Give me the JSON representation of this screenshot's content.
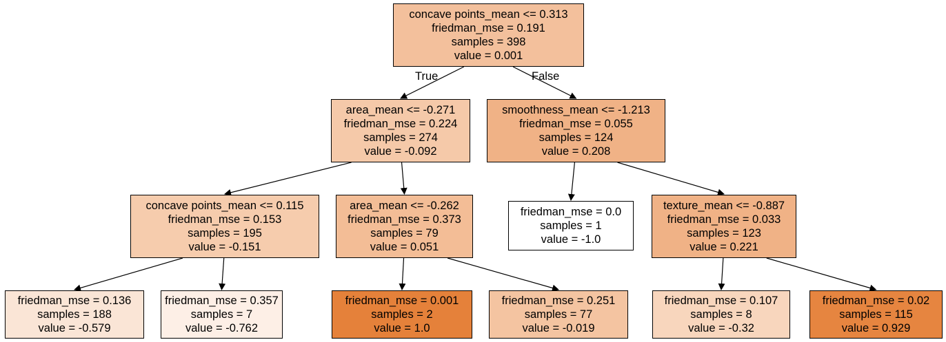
{
  "tree": {
    "nodes": [
      {
        "id": "n0",
        "lines": [
          "concave points_mean <= 0.313",
          "friedman_mse = 0.191",
          "samples = 398",
          "value = 0.001"
        ],
        "fill": "#f3c09c"
      },
      {
        "id": "n1",
        "lines": [
          "area_mean <= -0.271",
          "friedman_mse = 0.224",
          "samples = 274",
          "value = -0.092"
        ],
        "fill": "#f5c9a9"
      },
      {
        "id": "n2",
        "lines": [
          "smoothness_mean <= -1.213",
          "friedman_mse = 0.055",
          "samples = 124",
          "value = 0.208"
        ],
        "fill": "#f0b286"
      },
      {
        "id": "n3",
        "lines": [
          "concave points_mean <= 0.115",
          "friedman_mse = 0.153",
          "samples = 195",
          "value = -0.151"
        ],
        "fill": "#f6ccad"
      },
      {
        "id": "n4",
        "lines": [
          "area_mean <= -0.262",
          "friedman_mse = 0.373",
          "samples = 79",
          "value = 0.051"
        ],
        "fill": "#f3bd96"
      },
      {
        "id": "n5",
        "lines": [
          "friedman_mse = 0.0",
          "samples = 1",
          "value = -1.0"
        ],
        "fill": "#ffffff"
      },
      {
        "id": "n6",
        "lines": [
          "texture_mean <= -0.887",
          "friedman_mse = 0.033",
          "samples = 123",
          "value = 0.221"
        ],
        "fill": "#f0b286"
      },
      {
        "id": "n7",
        "lines": [
          "friedman_mse = 0.136",
          "samples = 188",
          "value = -0.579"
        ],
        "fill": "#fae5d6"
      },
      {
        "id": "n8",
        "lines": [
          "friedman_mse = 0.357",
          "samples = 7",
          "value = -0.762"
        ],
        "fill": "#fdefe6"
      },
      {
        "id": "n9",
        "lines": [
          "friedman_mse = 0.001",
          "samples = 2",
          "value = 1.0"
        ],
        "fill": "#e5813a"
      },
      {
        "id": "n10",
        "lines": [
          "friedman_mse = 0.251",
          "samples = 77",
          "value = -0.019"
        ],
        "fill": "#f4c4a1"
      },
      {
        "id": "n11",
        "lines": [
          "friedman_mse = 0.107",
          "samples = 8",
          "value = -0.32"
        ],
        "fill": "#f8d6bd"
      },
      {
        "id": "n12",
        "lines": [
          "friedman_mse = 0.02",
          "samples = 115",
          "value = 0.929"
        ],
        "fill": "#e68540"
      }
    ],
    "edges": [
      {
        "from": "n0",
        "to": "n1"
      },
      {
        "from": "n0",
        "to": "n2"
      },
      {
        "from": "n1",
        "to": "n3"
      },
      {
        "from": "n1",
        "to": "n4"
      },
      {
        "from": "n2",
        "to": "n5"
      },
      {
        "from": "n2",
        "to": "n6"
      },
      {
        "from": "n3",
        "to": "n7"
      },
      {
        "from": "n3",
        "to": "n8"
      },
      {
        "from": "n4",
        "to": "n9"
      },
      {
        "from": "n4",
        "to": "n10"
      },
      {
        "from": "n6",
        "to": "n11"
      },
      {
        "from": "n6",
        "to": "n12"
      }
    ],
    "edge_labels": {
      "true_label": "True",
      "false_label": "False"
    }
  }
}
